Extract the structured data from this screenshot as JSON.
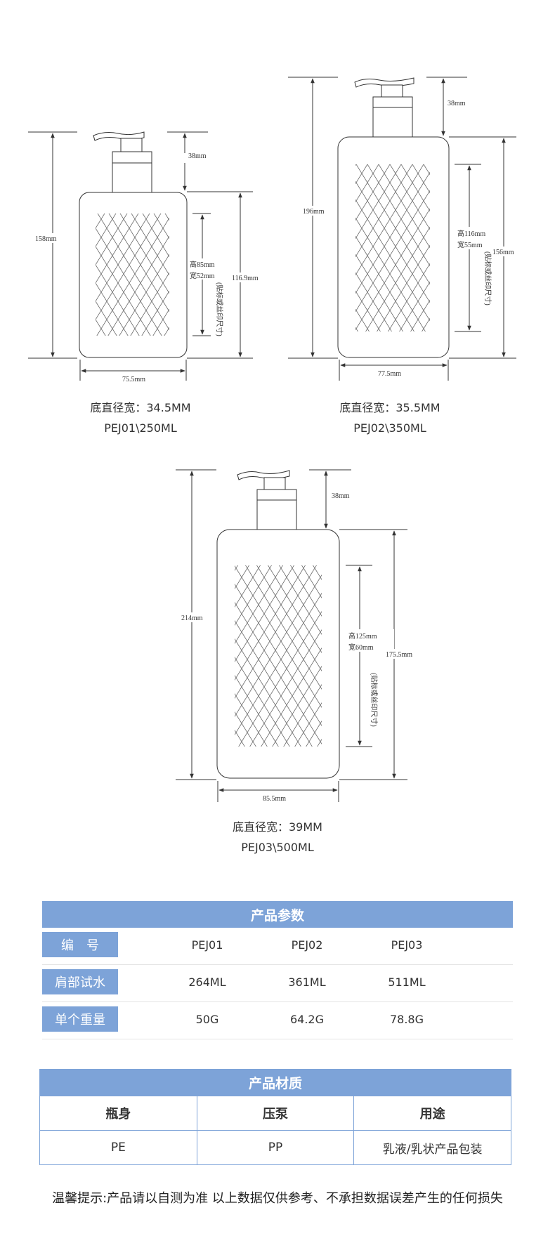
{
  "bottles": [
    {
      "total_height": "158mm",
      "pump_height": "38mm",
      "body_height": "116.9mm",
      "width": "75.5mm",
      "label_height": "高85mm",
      "label_width": "宽52mm",
      "label_note": "(贴标或丝印尺寸)",
      "base": "底直径宽：34.5MM",
      "model": "PEJ01\\250ML"
    },
    {
      "total_height": "196mm",
      "pump_height": "38mm",
      "body_height": "156mm",
      "width": "77.5mm",
      "label_height": "高116mm",
      "label_width": "宽55mm",
      "label_note": "(贴标或丝印尺寸)",
      "base": "底直径宽：35.5MM",
      "model": "PEJ02\\350ML"
    },
    {
      "total_height": "214mm",
      "pump_height": "38mm",
      "body_height": "175.5mm",
      "width": "85.5mm",
      "label_height": "高125mm",
      "label_width": "宽60mm",
      "label_note": "(贴标或丝印尺寸)",
      "base": "底直径宽：39MM",
      "model": "PEJ03\\500ML"
    }
  ],
  "params": {
    "title": "产品参数",
    "rows": [
      {
        "label": "编　号",
        "values": [
          "PEJ01",
          "PEJ02",
          "PEJ03"
        ]
      },
      {
        "label": "肩部试水",
        "values": [
          "264ML",
          "361ML",
          "511ML"
        ]
      },
      {
        "label": "单个重量",
        "values": [
          "50G",
          "64.2G",
          "78.8G"
        ]
      }
    ]
  },
  "material": {
    "title": "产品材质",
    "headers": [
      "瓶身",
      "压泵",
      "用途"
    ],
    "values": [
      "PE",
      "PP",
      "乳液/乳状产品包装"
    ]
  },
  "footer": "温馨提示:产品请以自测为准  以上数据仅供参考、不承担数据误差产生的任何损失",
  "colors": {
    "accent": "#7da3d8",
    "line": "#333333"
  }
}
